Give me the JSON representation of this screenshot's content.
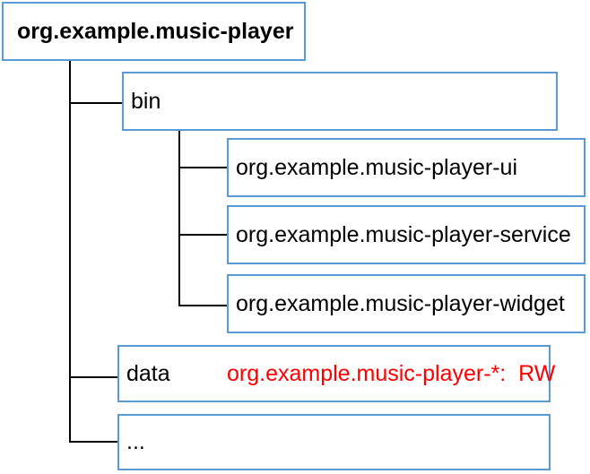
{
  "diagram": {
    "description": "Package directory structure tree for a music player application",
    "colors": {
      "box_border": "#5B9BD5",
      "connector_line": "#000000",
      "text": "#000000",
      "permission_text": "#FF0000",
      "background": "#FFFFFF"
    },
    "nodes": {
      "root": {
        "label": "org.example.music-player"
      },
      "bin": {
        "label": "bin"
      },
      "bin_children": [
        {
          "label": "org.example.music-player-ui"
        },
        {
          "label": "org.example.music-player-service"
        },
        {
          "label": "org.example.music-player-widget"
        }
      ],
      "data": {
        "label": "data",
        "permission": "org.example.music-player-*:  RW"
      },
      "ellipsis": {
        "label": "..."
      }
    }
  }
}
